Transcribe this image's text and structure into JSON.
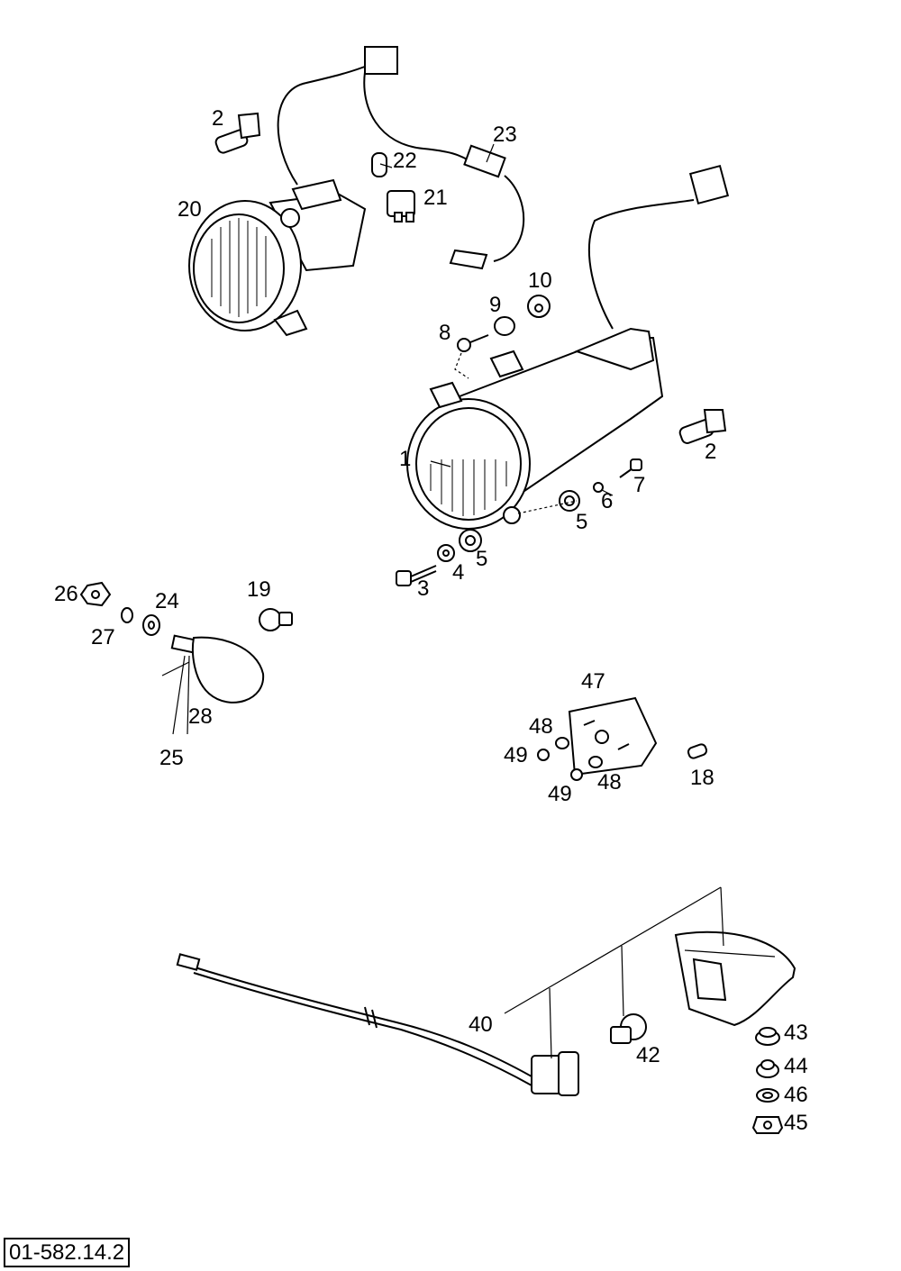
{
  "drawing_code": "01-582.14.2",
  "callouts": [
    "2",
    "23",
    "22",
    "21",
    "20",
    "10",
    "9",
    "8",
    "1",
    "2",
    "7",
    "6",
    "5",
    "5",
    "4",
    "3",
    "26",
    "24",
    "19",
    "27",
    "28",
    "25",
    "47",
    "48",
    "49",
    "18",
    "49",
    "48",
    "40",
    "42",
    "43",
    "44",
    "46",
    "45"
  ]
}
